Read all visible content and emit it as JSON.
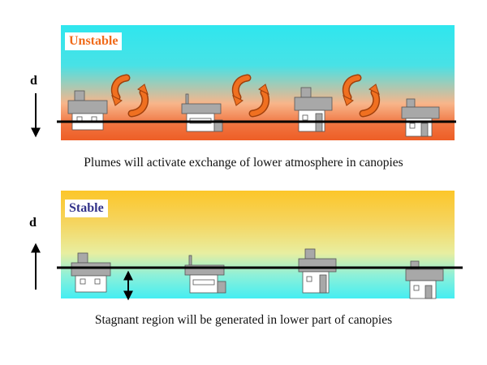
{
  "top_panel": {
    "label": "Unstable",
    "caption": "Plumes will activate exchange of lower atmosphere in canopies",
    "axis_label": "d",
    "arrow_direction": "down"
  },
  "bottom_panel": {
    "label": "Stable",
    "caption": "Stagnant region will be generated in lower part of canopies",
    "axis_label": "d",
    "arrow_direction": "up"
  },
  "colors": {
    "unstable_label": "#f06a1a",
    "stable_label": "#33338a",
    "plume": "#f07020",
    "house_roof": "#a0a0a0",
    "house_wall": "#ffffff"
  }
}
